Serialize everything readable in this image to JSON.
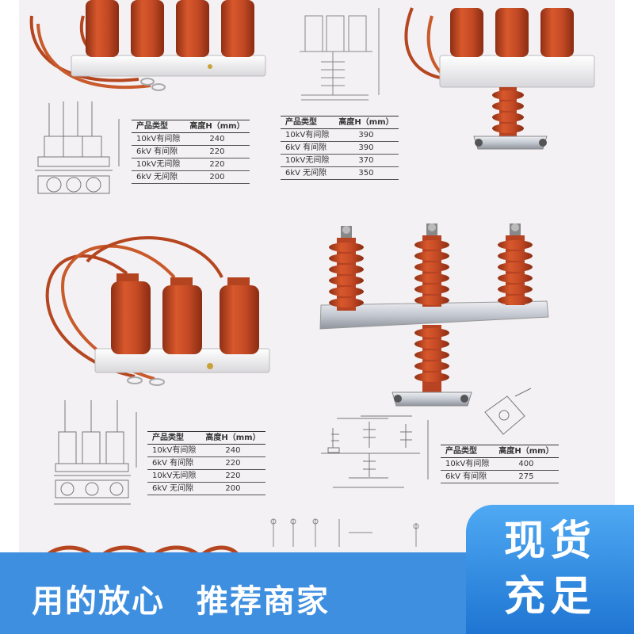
{
  "spec_header": {
    "type": "产品类型",
    "height": "高度H（mm）"
  },
  "tables": {
    "top_left": [
      {
        "type": "10kV有间隙",
        "height": "240"
      },
      {
        "type": "6kV 有间隙",
        "height": "220"
      },
      {
        "type": "10kV无间隙",
        "height": "220"
      },
      {
        "type": "6kV 无间隙",
        "height": "200"
      }
    ],
    "top_center": [
      {
        "type": "10kV有间隙",
        "height": "390"
      },
      {
        "type": "6kV 有间隙",
        "height": "390"
      },
      {
        "type": "10kV无间隙",
        "height": "370"
      },
      {
        "type": "6kV 无间隙",
        "height": "350"
      }
    ],
    "middle_left": [
      {
        "type": "10kV有间隙",
        "height": "240"
      },
      {
        "type": "6kV 有间隙",
        "height": "220"
      },
      {
        "type": "10kV无间隙",
        "height": "220"
      },
      {
        "type": "6kV 无间隙",
        "height": "200"
      }
    ],
    "middle_right": [
      {
        "type": "10kV有间隙",
        "height": "400"
      },
      {
        "type": "6kV 有间隙",
        "height": "275"
      }
    ]
  },
  "banner": {
    "left_text_1": "用的放心",
    "left_text_2": "推荐商家",
    "badge_line_1": "现货",
    "badge_line_2": "充足"
  },
  "colors": {
    "insulator": "#c44a25",
    "insulator_dark": "#9a3418",
    "cable": "#b5461f",
    "banner_blue": "#3f8fe0",
    "badge_blue": "#2a86e0",
    "background": "#f3f1f4"
  }
}
